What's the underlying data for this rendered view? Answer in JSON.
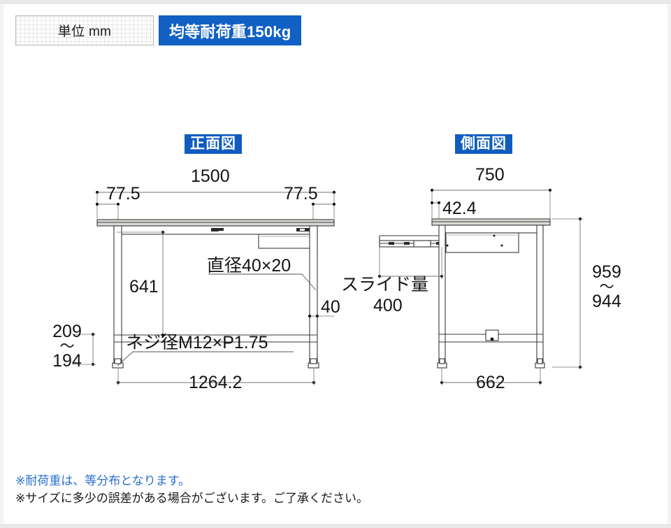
{
  "header": {
    "unit_label": "単位 mm",
    "load_label": "均等耐荷重150kg",
    "accent_blue": "#1160c4",
    "unit_border": "#b9b9b9"
  },
  "views": {
    "front": {
      "title": "正面図",
      "dims": {
        "overall_width": "1500",
        "inset_left": "77.5",
        "inset_right": "77.5",
        "clearance_height": "641",
        "foot_height_top": "209",
        "range_mark": "～",
        "foot_height_bottom": "194",
        "leg_span": "1264.2",
        "leg_width": "40"
      },
      "callouts": {
        "caster": "直径40×20",
        "thread": "ネジ径M12×P1.75"
      }
    },
    "side": {
      "title": "側面図",
      "dims": {
        "overall_depth": "750",
        "top_overhang": "42.4",
        "total_height_top": "959",
        "range_mark": "～",
        "total_height_bottom": "944",
        "leg_span": "662"
      },
      "callouts": {
        "slide_label": "スライド量",
        "slide_value": "400"
      }
    }
  },
  "notes": {
    "line1": "※耐荷重は、等分布となります。",
    "line2": "※サイズに多少の誤差がある場合がございます。ご了承ください。",
    "line1_color": "#2a6fd0"
  },
  "colors": {
    "line": "#3a3a3a",
    "dim_line": "#6e6e6e",
    "panel_fill": "#ffffff",
    "top_fill": "#d8d8d4",
    "page_bg": "#ffffff"
  }
}
